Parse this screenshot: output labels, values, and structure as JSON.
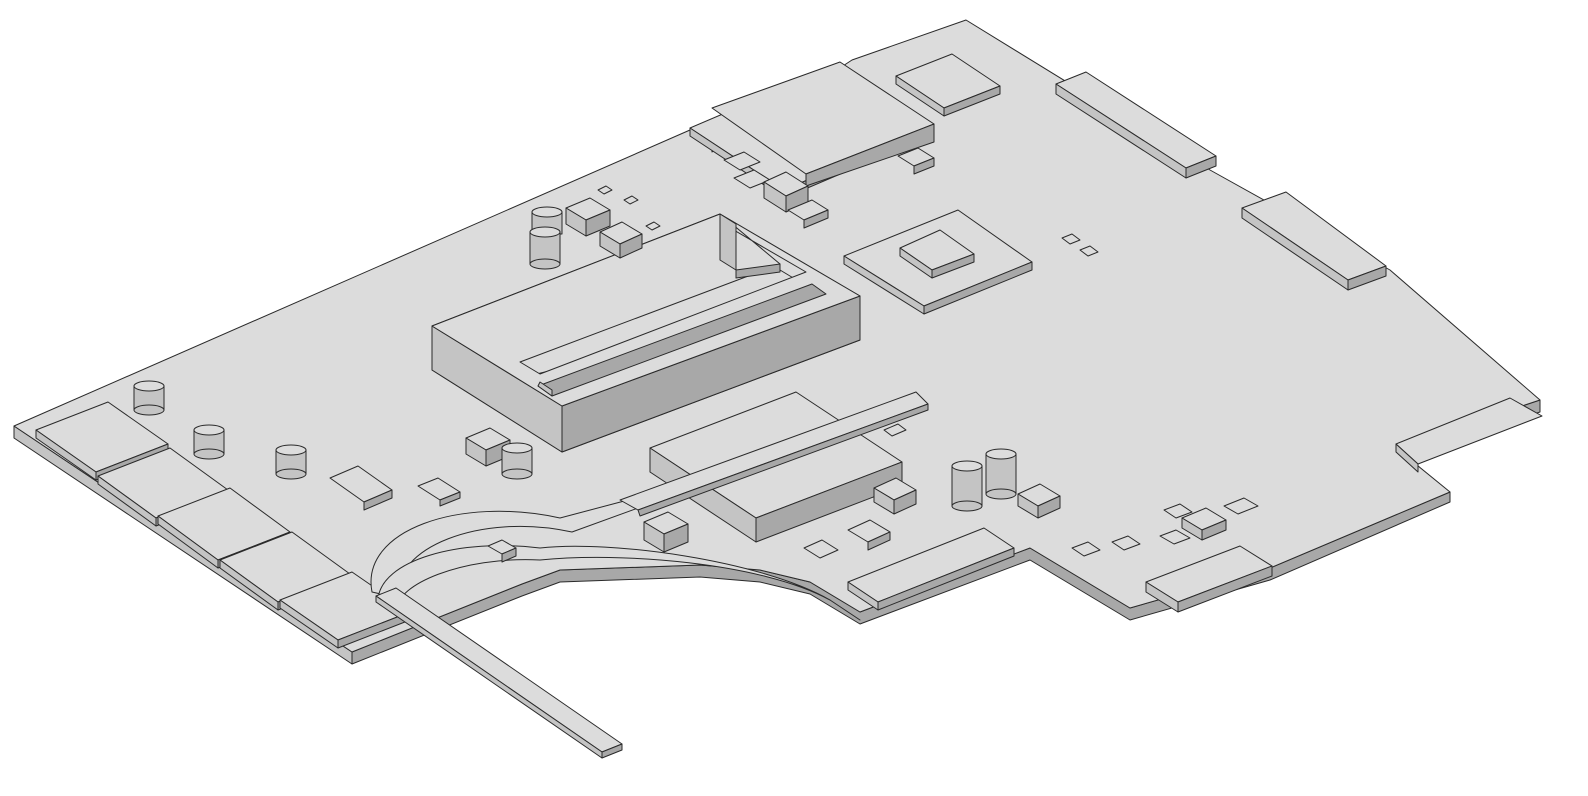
{
  "scene": {
    "description_kind": "isometric-3d-cad-render",
    "subject_parts": [
      "circuit-board",
      "cpu-socket",
      "gpu-chip",
      "memory-slot",
      "heat-pipe",
      "electrolytic-capacitors",
      "edge-connectors",
      "smd-components"
    ],
    "colors": {
      "background": "#ffffff",
      "top_face": "#dcdcdc",
      "left_face": "#c4c4c4",
      "right_face": "#a8a8a8",
      "edge_stroke": "#2a2a2a"
    }
  }
}
